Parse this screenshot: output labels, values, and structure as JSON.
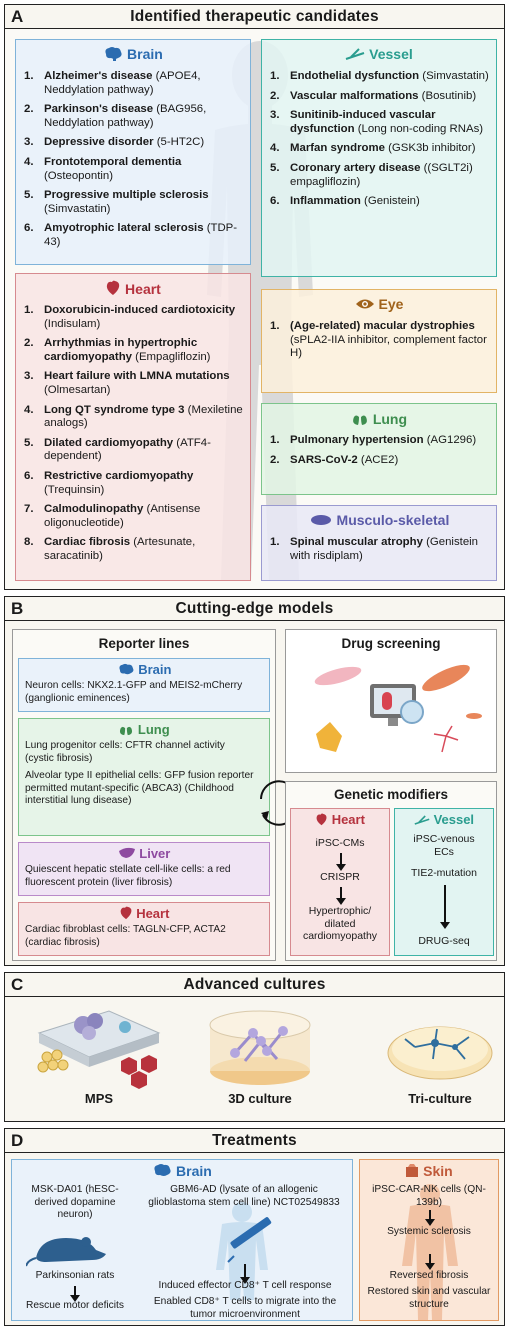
{
  "panelA": {
    "letter": "A",
    "title": "Identified therapeutic candidates",
    "brain": {
      "title": "Brain",
      "items": [
        {
          "n": "1.",
          "name": "Alzheimer's disease",
          "detail": " (APOE4, Neddylation pathway)"
        },
        {
          "n": "2.",
          "name": "Parkinson's disease",
          "detail": " (BAG956, Neddylation pathway)"
        },
        {
          "n": "3.",
          "name": "Depressive disorder",
          "detail": " (5-HT2C)"
        },
        {
          "n": "4.",
          "name": "Frontotemporal dementia",
          "detail": " (Osteopontin)"
        },
        {
          "n": "5.",
          "name": "Progressive multiple sclerosis",
          "detail": " (Simvastatin)"
        },
        {
          "n": "6.",
          "name": "Amyotrophic lateral sclerosis",
          "detail": " (TDP-43)"
        }
      ]
    },
    "vessel": {
      "title": "Vessel",
      "items": [
        {
          "n": "1.",
          "name": "Endothelial dysfunction",
          "detail": " (Simvastatin)"
        },
        {
          "n": "2.",
          "name": "Vascular malformations",
          "detail": " (Bosutinib)"
        },
        {
          "n": "3.",
          "name": "Sunitinib-induced vascular dysfunction",
          "detail": " (Long non-coding RNAs)"
        },
        {
          "n": "4.",
          "name": "Marfan syndrome",
          "detail": " (GSK3b inhibitor)"
        },
        {
          "n": "5.",
          "name": "Coronary artery disease",
          "detail": " ((SGLT2i) empagliflozin)"
        },
        {
          "n": "6.",
          "name": "Inflammation",
          "detail": " (Genistein)"
        }
      ]
    },
    "heart": {
      "title": "Heart",
      "items": [
        {
          "n": "1.",
          "name": "Doxorubicin-induced cardiotoxicity",
          "detail": " (Indisulam)"
        },
        {
          "n": "2.",
          "name": "Arrhythmias in hypertrophic cardiomyopathy",
          "detail": " (Empagliflozin)"
        },
        {
          "n": "3.",
          "name": "Heart failure with LMNA mutations",
          "detail": " (Olmesartan)"
        },
        {
          "n": "4.",
          "name": "Long QT syndrome type 3",
          "detail": " (Mexiletine analogs)"
        },
        {
          "n": "5.",
          "name": "Dilated cardiomyopathy",
          "detail": " (ATF4-dependent)"
        },
        {
          "n": "6.",
          "name": "Restrictive cardiomyopathy",
          "detail": " (Trequinsin)"
        },
        {
          "n": "7.",
          "name": "Calmodulinopathy",
          "detail": " (Antisense oligonucleotide)"
        },
        {
          "n": "8.",
          "name": "Cardiac fibrosis",
          "detail": " (Artesunate, saracatinib)"
        }
      ]
    },
    "eye": {
      "title": "Eye",
      "items": [
        {
          "n": "1.",
          "name": "(Age-related) macular dystrophies",
          "detail": " (sPLA2-IIA inhibitor, complement factor H)"
        }
      ]
    },
    "lung": {
      "title": "Lung",
      "items": [
        {
          "n": "1.",
          "name": "Pulmonary hypertension",
          "detail": " (AG1296)"
        },
        {
          "n": "2.",
          "name": "SARS-CoV-2",
          "detail": " (ACE2)"
        }
      ]
    },
    "musculo": {
      "title": "Musculo-skeletal",
      "items": [
        {
          "n": "1.",
          "name": "Spinal muscular atrophy",
          "detail": " (Genistein with risdiplam)"
        }
      ]
    }
  },
  "panelB": {
    "letter": "B",
    "title": "Cutting-edge models",
    "reporter": {
      "title": "Reporter lines",
      "brain": {
        "title": "Brain",
        "text": "Neuron cells: NKX2.1-GFP and MEIS2-mCherry (ganglionic eminences)"
      },
      "lung": {
        "title": "Lung",
        "text1": "Lung progenitor cells: CFTR channel activity (cystic fibrosis)",
        "text2": "Alveolar type II epithelial cells: GFP fusion reporter permitted mutant-specific (ABCA3) (Childhood interstitial lung disease)"
      },
      "liver": {
        "title": "Liver",
        "text": "Quiescent hepatic stellate cell-like cells: a red fluorescent protein (liver fibrosis)"
      },
      "heart": {
        "title": "Heart",
        "text": "Cardiac fibroblast cells: TAGLN-CFP, ACTA2 (cardiac fibrosis)"
      }
    },
    "drug": {
      "title": "Drug screening"
    },
    "genetic": {
      "title": "Genetic modifiers",
      "heart": {
        "title": "Heart",
        "step1": "iPSC-CMs",
        "step2": "CRISPR",
        "step3": "Hypertrophic/ dilated cardiomyopathy"
      },
      "vessel": {
        "title": "Vessel",
        "step1": "iPSC-venous ECs",
        "step2": "TIE2-mutation",
        "step3": "DRUG-seq"
      }
    }
  },
  "panelC": {
    "letter": "C",
    "title": "Advanced cultures",
    "labels": [
      "MPS",
      "3D culture",
      "Tri-culture"
    ]
  },
  "panelD": {
    "letter": "D",
    "title": "Treatments",
    "brain": {
      "title": "Brain",
      "left": "MSK-DA01 (hESC-derived dopamine neuron)",
      "rats": "Parkinsonian rats",
      "rescue": "Rescue motor deficits",
      "right": "GBM6-AD (lysate of an allogenic glioblastoma stem cell line) NCT02549833",
      "response": "Induced effector CD8⁺ T cell response",
      "migrate": "Enabled CD8⁺ T cells to migrate into the tumor microenvironment"
    },
    "skin": {
      "title": "Skin",
      "s1": "iPSC-CAR-NK cells (QN-139b)",
      "s2": "Systemic sclerosis",
      "s3": "Reversed fibrosis",
      "s4": "Restored skin and vascular structure"
    }
  },
  "colors": {
    "brain": "#2b6cb0",
    "vessel": "#2a9d8f",
    "heart": "#b5323e",
    "eye": "#a0631b",
    "lung": "#3e8e4f",
    "musculo": "#5a5aa8",
    "liver": "#8e4aa0",
    "skin": "#c05a3a"
  }
}
